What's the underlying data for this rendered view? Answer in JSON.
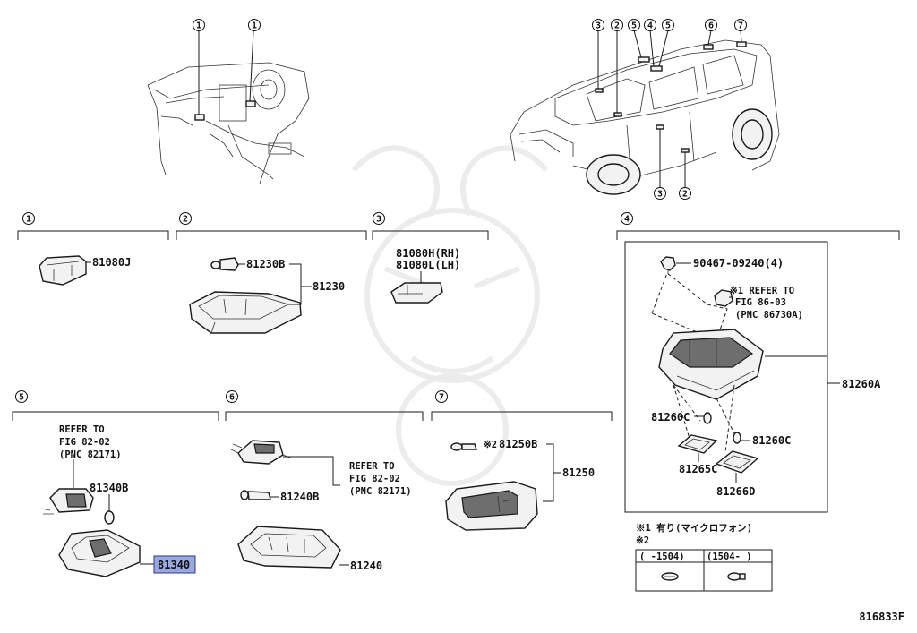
{
  "callouts": {
    "c1": "1",
    "c2": "2",
    "c3": "3",
    "c4": "4",
    "c5": "5",
    "c6": "6",
    "c7": "7"
  },
  "parts": {
    "p81080J": "81080J",
    "p81230B": "81230B",
    "p81230": "81230",
    "p81080H": "81080H(RH)",
    "p81080L": "81080L(LH)",
    "p90467": "90467-09240(4)",
    "p81260A": "81260A",
    "p81260C_a": "81260C",
    "p81260C_b": "81260C",
    "p81265C": "81265C",
    "p81266D": "81266D",
    "p81340B": "81340B",
    "p81340": "81340",
    "p81240B": "81240B",
    "p81240": "81240",
    "p81250B": "81250B",
    "p81250": "81250"
  },
  "refs": {
    "r4_l1": "※1 REFER TO",
    "r4_l2": "FIG 86-03",
    "r4_l3": "(PNC 86730A)",
    "r5_l1": "REFER TO",
    "r5_l2": "FIG 82-02",
    "r5_l3": "(PNC 82171)",
    "r6_l1": "REFER TO",
    "r6_l2": "FIG 82-02",
    "r6_l3": "(PNC 82171)"
  },
  "marks": {
    "m81250B": "※2"
  },
  "notes": {
    "n1": "※1 有り(マイクロフォン)",
    "n2": "※2",
    "col1": "(     -1504)",
    "col2": "(1504-     )"
  },
  "figure_code": "816833F",
  "colors": {
    "highlight": "#9aa8e0",
    "ink": "#1a1a1a"
  }
}
